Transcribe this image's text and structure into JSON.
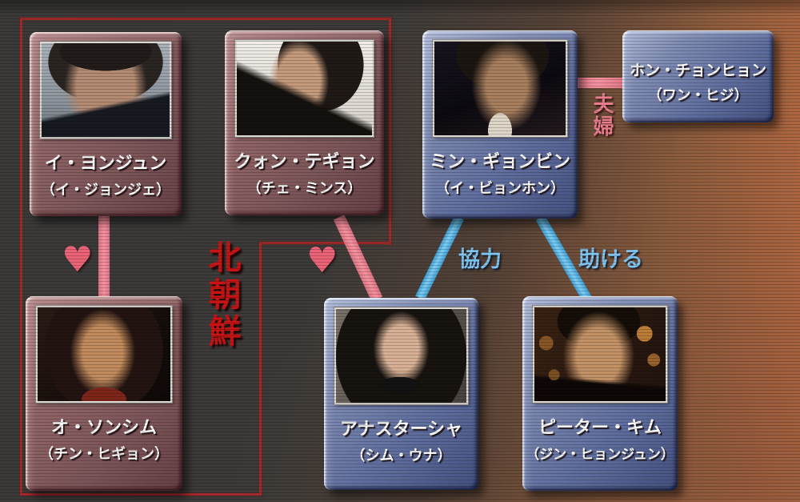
{
  "group": {
    "label": "北朝鮮",
    "label_color": "#c81414",
    "border_color": "#a22a2a"
  },
  "characters": [
    {
      "name": "イ・ヨンジュン",
      "actor": "（イ・ジョンジェ）",
      "group": "north"
    },
    {
      "name": "クォン・テギョン",
      "actor": "（チェ・ミンス）",
      "group": "north"
    },
    {
      "name": "ミン・ギョンビン",
      "actor": "（イ・ビョンホン）",
      "group": "south"
    },
    {
      "name": "ホン・チョンヒョン",
      "actor": "（ワン・ヒジ）",
      "group": "south"
    },
    {
      "name": "オ・ソンシム",
      "actor": "（チン・ヒギョン）",
      "group": "north"
    },
    {
      "name": "アナスターシャ",
      "actor": "（シム・ウナ）",
      "group": "south"
    },
    {
      "name": "ピーター・キム",
      "actor": "（ジン・ヒョンジュン）",
      "group": "south"
    }
  ],
  "relationships": [
    {
      "from": "イ・ヨンジュン",
      "to": "オ・ソンシム",
      "symbol": "♥",
      "type": "love",
      "color": "#ea6377"
    },
    {
      "from": "クォン・テギョン",
      "to": "アナスターシャ",
      "symbol": "♥",
      "type": "love",
      "color": "#ea6377"
    },
    {
      "from": "ミン・ギョンビン",
      "to": "アナスターシャ",
      "label": "協力",
      "type": "cooperation",
      "color": "#5cb4e8"
    },
    {
      "from": "ミン・ギョンビン",
      "to": "ピーター・キム",
      "label": "助ける",
      "type": "help",
      "color": "#5cb4e8"
    },
    {
      "from": "ミン・ギョンビン",
      "to": "ホン・チョンヒョン",
      "label": "夫婦",
      "type": "married",
      "color": "#e87e8e"
    }
  ]
}
